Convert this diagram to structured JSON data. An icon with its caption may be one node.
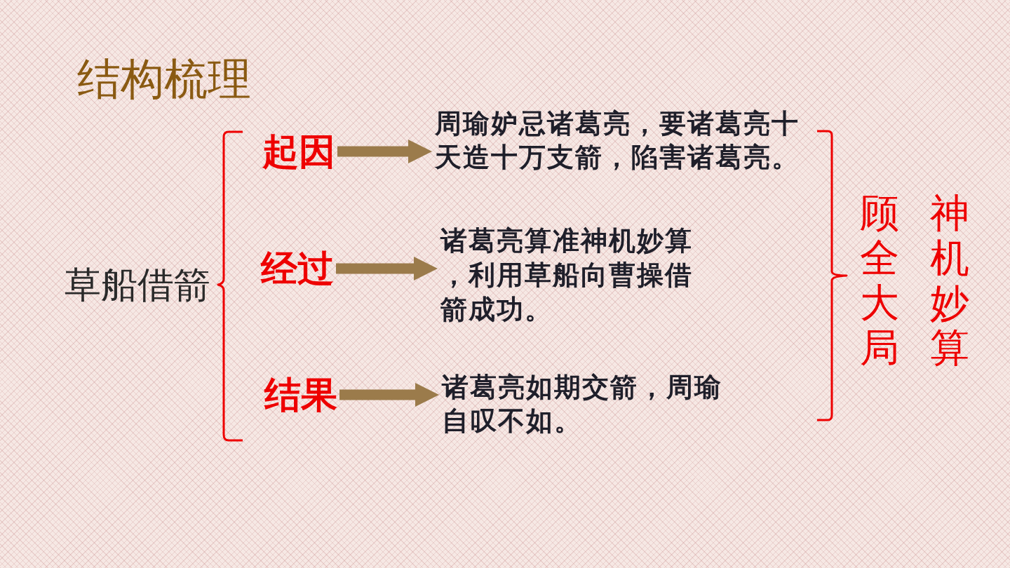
{
  "diagram": {
    "title": "结构梳理",
    "nodes": [
      {
        "text": [
          "草船借箭"
        ]
      },
      {
        "text": [
          "起因"
        ]
      },
      {
        "text": [
          "周瑜妒忌诸葛亮，要诸葛亮十天造十万支箭，陷害诸葛亮。"
        ]
      },
      {
        "text": [
          "经过"
        ]
      },
      {
        "text": [
          "诸葛亮算准神机妙算，利用草船向曹操借箭成功。"
        ]
      },
      {
        "text": [
          "结果"
        ]
      },
      {
        "text": [
          "诸葛亮如期交箭，周瑜自叹不如。"
        ]
      },
      {
        "text": [
          "顾全大局"
        ]
      },
      {
        "text": [
          "神机妙算"
        ]
      }
    ],
    "edges": [
      {
        "from": 1,
        "to": 2,
        "arrow": "to"
      },
      {
        "from": 3,
        "to": 4,
        "arrow": "to"
      },
      {
        "from": 5,
        "to": 6,
        "arrow": "to"
      }
    ]
  }
}
